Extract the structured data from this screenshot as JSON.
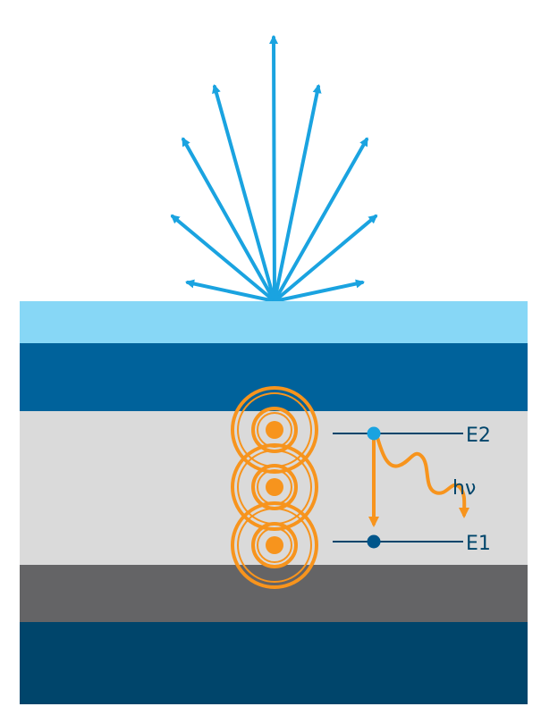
{
  "diagram": {
    "type": "layered-emission-diagram",
    "emission": {
      "arrow_count": 9,
      "color": "#1aa3e0"
    },
    "layers": [
      {
        "name": "top-coating",
        "color": "#87d7f6"
      },
      {
        "name": "upper-blue-layer",
        "color": "#00629b"
      },
      {
        "name": "light-gray-active-layer",
        "color": "#dadada"
      },
      {
        "name": "dark-gray-layer",
        "color": "#646466"
      },
      {
        "name": "substrate",
        "color": "#00456b"
      }
    ],
    "emitters": {
      "count": 3,
      "color": "#f7941d"
    },
    "energy_diagram": {
      "upper_level_label": "E2",
      "lower_level_label": "E1",
      "photon_label": "hν",
      "line_color": "#00456b",
      "upper_dot_color": "#1aa3e0",
      "lower_dot_color": "#00558a",
      "transition_color": "#f7941d"
    }
  }
}
